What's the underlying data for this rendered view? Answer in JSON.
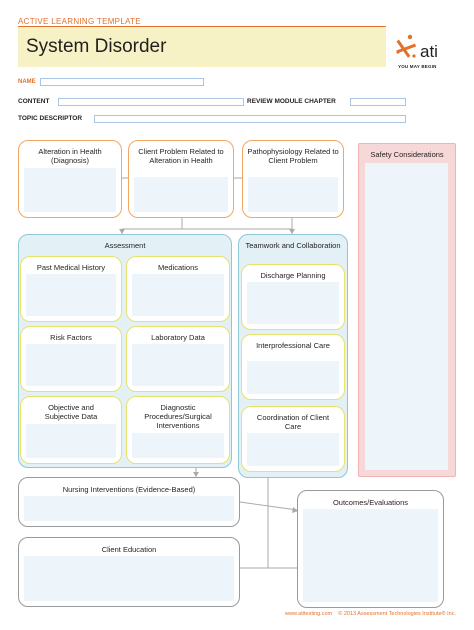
{
  "header": {
    "template_label": "ACTIVE LEARNING TEMPLATE",
    "title": "System Disorder",
    "logo_text": "ati",
    "logo_tagline": "YOU MAY BEGIN"
  },
  "fields": {
    "name_label": "NAME",
    "content_label": "CONTENT",
    "review_label": "REVIEW MODULE CHAPTER",
    "topic_label": "TOPIC DESCRIPTOR"
  },
  "top_boxes": {
    "alteration": "Alteration in Health (Diagnosis)",
    "client_problem": "Client Problem Related to Alteration in Health",
    "pathophysiology": "Pathophysiology Related to Client Problem"
  },
  "safety": {
    "label": "Safety Considerations"
  },
  "assessment": {
    "label": "Assessment",
    "past_history": "Past Medical History",
    "medications": "Medications",
    "risk_factors": "Risk Factors",
    "lab_data": "Laboratory Data",
    "objective": "Objective and Subjective Data",
    "diagnostic": "Diagnostic Procedures/Surgical Interventions"
  },
  "teamwork": {
    "label": "Teamwork and Collaboration",
    "discharge": "Discharge Planning",
    "interprofessional": "Interprofessional Care",
    "coordination": "Coordination of Client Care"
  },
  "bottom": {
    "nursing": "Nursing Interventions (Evidence-Based)",
    "client_education": "Client Education",
    "outcomes": "Outcomes/Evaluations"
  },
  "footer": {
    "website": "www.atitesting.com",
    "copyright": "© 2013 Assessment Technologies Institute® Inc."
  },
  "colors": {
    "accent_orange": "#e3712b",
    "box_orange": "#f0a860",
    "box_yellow": "#e5e36a",
    "group_blue": "#8fc7d6",
    "safety_pink": "#f6d8d8",
    "title_band": "#f7f1c6"
  }
}
